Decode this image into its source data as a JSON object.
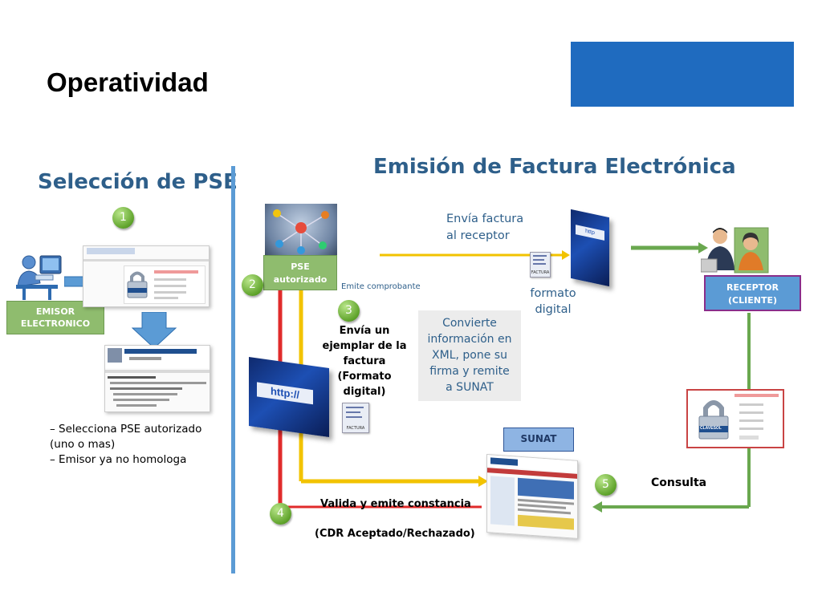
{
  "slide": {
    "title": "Operatividad",
    "left_heading": "Selección de PSE",
    "right_heading": "Emisión de Factura Electrónica"
  },
  "steps": {
    "s1": "1",
    "s2": "2",
    "s3": "3",
    "s4": "4",
    "s5": "5"
  },
  "left_panel": {
    "emisor_box": [
      "EMISOR",
      "ELECTRONICO"
    ],
    "bullets": [
      "– Selecciona PSE  autorizado",
      "(uno o mas)",
      "– Emisor ya no homologa"
    ]
  },
  "flow": {
    "pse_box": [
      "PSE",
      "autorizado"
    ],
    "emite_comprobante": "Emite comprobante",
    "envia_factura": [
      "Envía factura",
      "al receptor"
    ],
    "formato_digital": [
      "formato",
      "digital"
    ],
    "receptor_box": [
      "RECEPTOR",
      "(CLIENTE)"
    ],
    "envia_ejemplar": [
      "Envía  un",
      "ejemplar de la",
      "factura",
      "(Formato",
      "digital)"
    ],
    "convierte": [
      "Convierte",
      "información en",
      "XML, pone su",
      "firma y remite",
      "a SUNAT"
    ],
    "sunat_box": "SUNAT",
    "consulta": "Consulta",
    "valida": "Valida y emite constancia",
    "cdr": "(CDR Aceptado/Rechazado)",
    "factura_icon": "FACTURA",
    "clave_sol": "CLAVESOL"
  },
  "colors": {
    "title_blue_rect": "#1f6bbf",
    "heading": "#2e5f8a",
    "divider": "#5b9bd5",
    "arrow_red": "#e02b2b",
    "arrow_yellow": "#f2c300",
    "arrow_green": "#6aa84f",
    "step_circle": "#5fa32b"
  }
}
